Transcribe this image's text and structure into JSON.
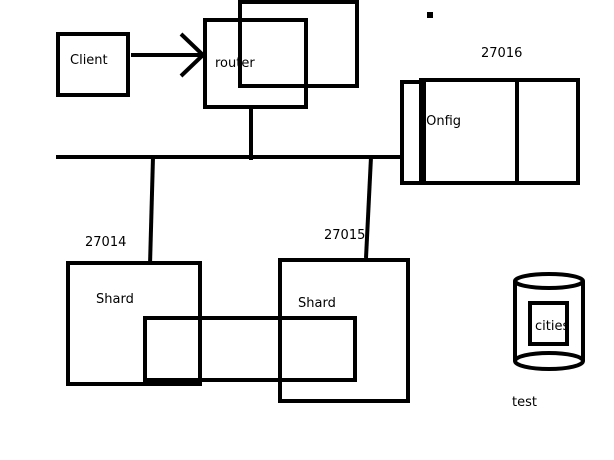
{
  "diagram": {
    "nodes": {
      "client": {
        "label": "Client"
      },
      "router": {
        "label": "router"
      },
      "config": {
        "label": "cOnfig",
        "port": "27016"
      },
      "shard_a": {
        "label": "Shard",
        "port": "27014"
      },
      "shard_b": {
        "label": "Shard",
        "port": "27015"
      },
      "db": {
        "collection": "cities",
        "database": "test"
      }
    },
    "edges": [
      {
        "from": "client",
        "to": "router",
        "style": "arrow"
      },
      {
        "from": "router",
        "to": "bus",
        "style": "line"
      },
      {
        "from": "bus",
        "to": "config",
        "style": "line"
      },
      {
        "from": "bus",
        "to": "shard_a",
        "style": "line"
      },
      {
        "from": "bus",
        "to": "shard_b",
        "style": "line"
      }
    ],
    "stroke_color": "#000000"
  }
}
